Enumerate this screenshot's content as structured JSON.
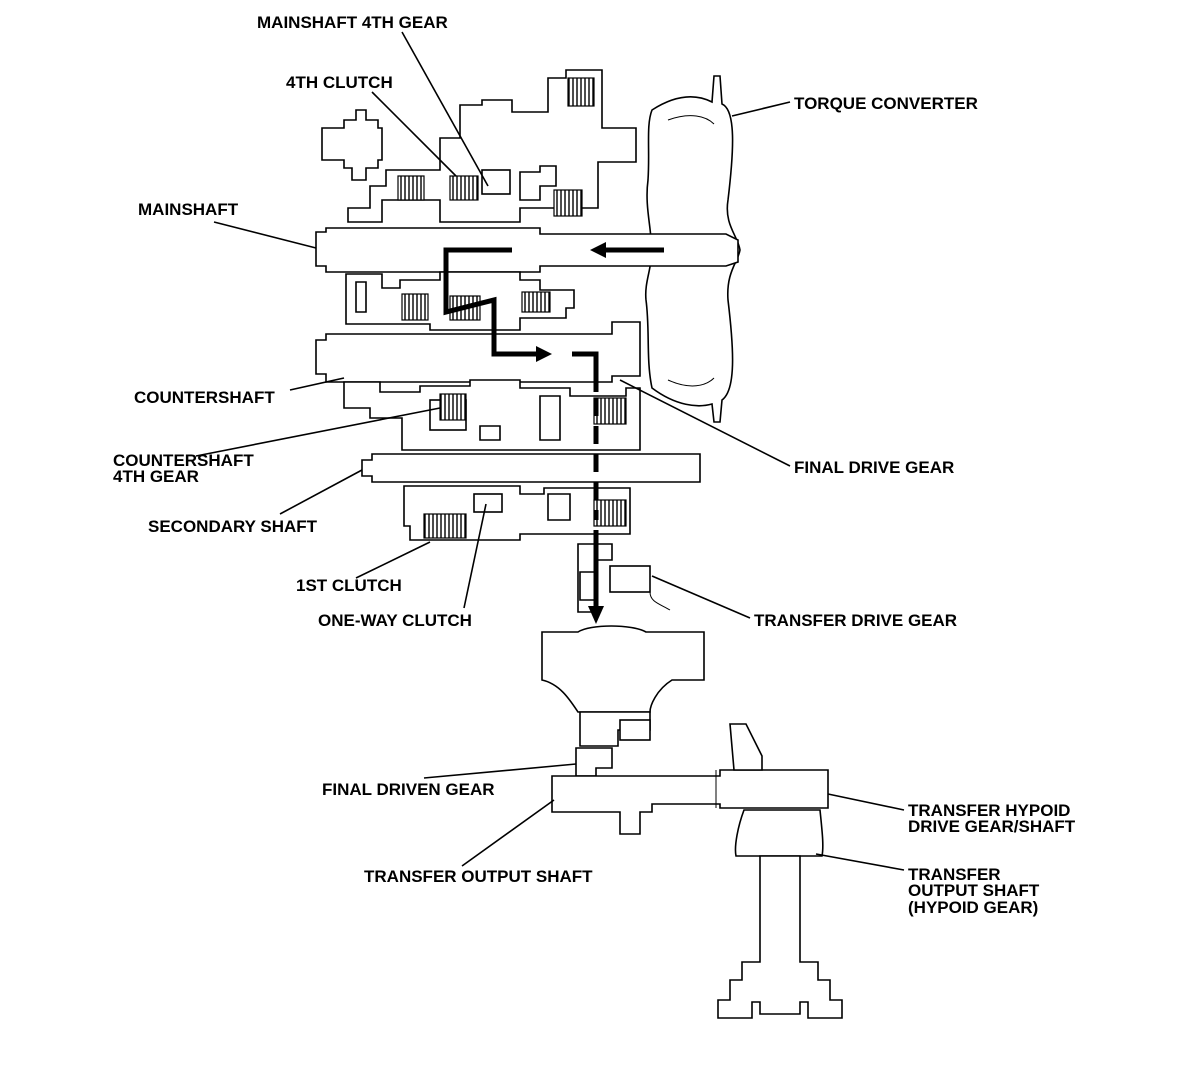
{
  "labels": {
    "mainshaft_4th_gear": "MAINSHAFT 4TH GEAR",
    "fourth_clutch": "4TH CLUTCH",
    "torque_converter": "TORQUE CONVERTER",
    "mainshaft": "MAINSHAFT",
    "countershaft": "COUNTERSHAFT",
    "countershaft_4th_gear_1": "COUNTERSHAFT",
    "countershaft_4th_gear_2": "4TH  GEAR",
    "final_drive_gear": "FINAL DRIVE GEAR",
    "secondary_shaft": "SECONDARY SHAFT",
    "first_clutch": "1ST CLUTCH",
    "one_way_clutch": "ONE-WAY CLUTCH",
    "transfer_drive_gear": "TRANSFER DRIVE GEAR",
    "final_driven_gear": "FINAL DRIVEN GEAR",
    "transfer_hypoid_1": "TRANSFER HYPOID",
    "transfer_hypoid_2": "DRIVE GEAR/SHAFT",
    "transfer_output_shaft": "TRANSFER OUTPUT SHAFT",
    "transfer_output_hypoid_1": "TRANSFER",
    "transfer_output_hypoid_2": "OUTPUT SHAFT",
    "transfer_output_hypoid_3": "(HYPOID GEAR)"
  }
}
